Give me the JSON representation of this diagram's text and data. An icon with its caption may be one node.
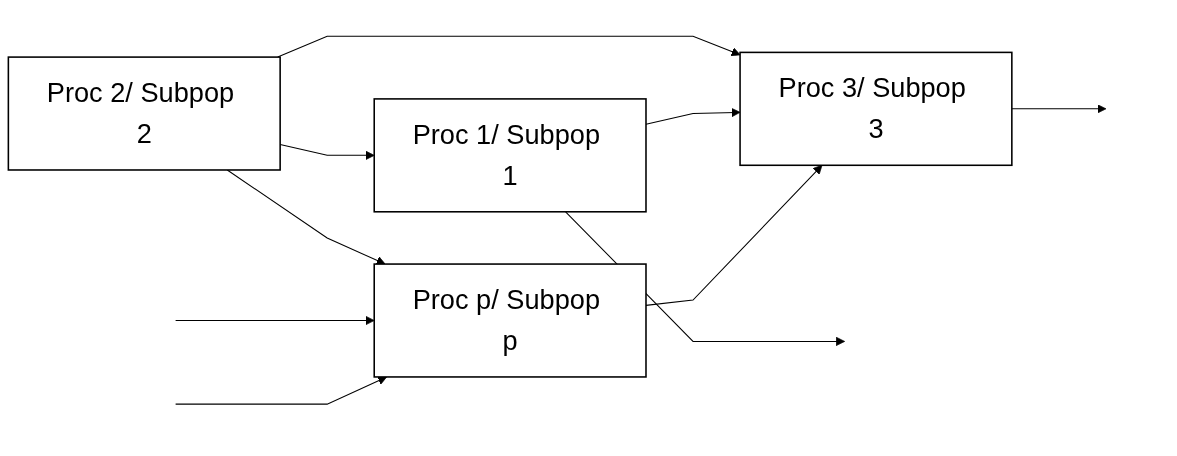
{
  "diagram": {
    "nodes": [
      {
        "text": [
          "Proc 2/ Subpop 2"
        ]
      },
      {
        "text": [
          "Proc 3/ Subpop 3"
        ]
      },
      {
        "text": [
          "Proc 1/ Subpop 1"
        ]
      },
      {
        "text": [
          "Proc p/ Subpop p"
        ]
      }
    ],
    "edges": [
      {
        "from": 0,
        "to": 1,
        "arrow": "to"
      },
      {
        "from": 0,
        "to": 2,
        "arrow": "to"
      },
      {
        "from": 0,
        "to": 3,
        "arrow": "to"
      },
      {
        "from": 2,
        "to": 1,
        "arrow": "to"
      },
      {
        "from": 3,
        "to": 1,
        "arrow": "to"
      },
      {
        "from": 2,
        "to": null,
        "arrow": "to"
      },
      {
        "from": null,
        "to": 3,
        "arrow": "to"
      },
      {
        "from": 1,
        "to": null,
        "arrow": "to"
      },
      {
        "from": null,
        "to": 3,
        "arrow": "to"
      }
    ]
  }
}
